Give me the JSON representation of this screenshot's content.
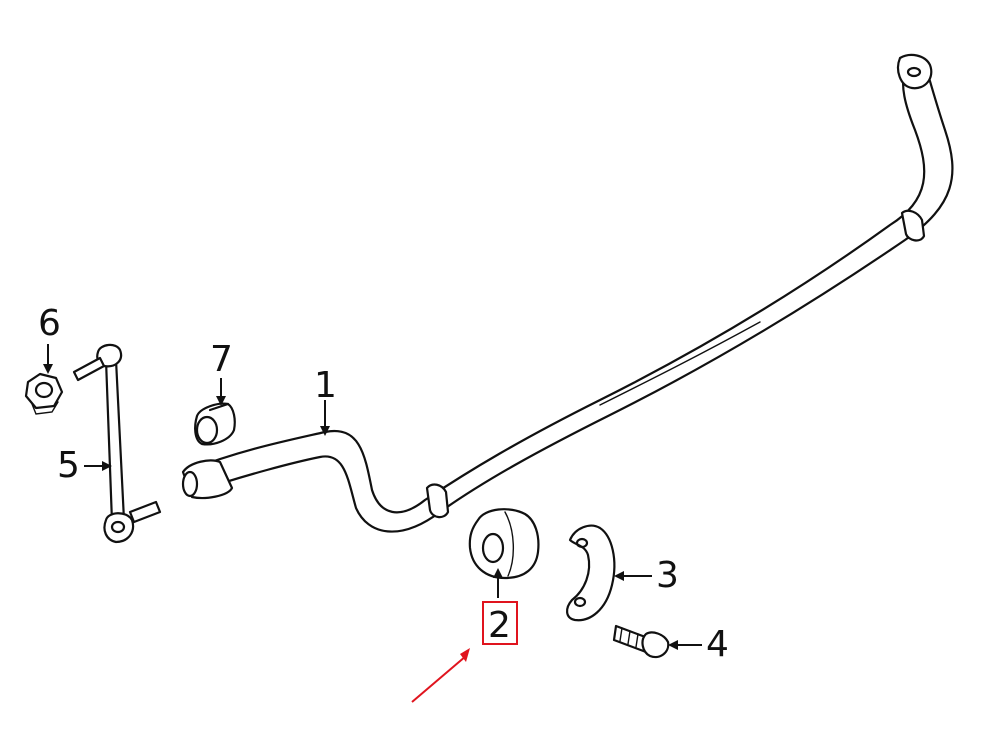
{
  "diagram": {
    "callouts": [
      {
        "id": "1",
        "label": "1"
      },
      {
        "id": "2",
        "label": "2"
      },
      {
        "id": "3",
        "label": "3"
      },
      {
        "id": "4",
        "label": "4"
      },
      {
        "id": "5",
        "label": "5"
      },
      {
        "id": "6",
        "label": "6"
      },
      {
        "id": "7",
        "label": "7"
      }
    ],
    "highlighted_callout": "2",
    "highlight_color": "#e0141e",
    "pointer_color": "#e0141e",
    "line_color": "#111111"
  }
}
